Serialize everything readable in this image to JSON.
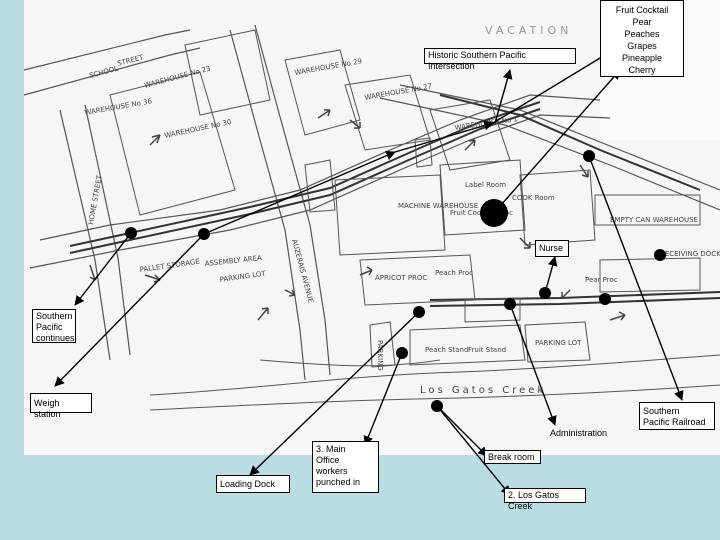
{
  "labels": {
    "fruit_list": "Fruit Cocktail\nPear\nPeaches\nGrapes\nPineapple\nCherry",
    "historic_intersection": "Historic Southern Pacific Intersection",
    "nurse": "Nurse",
    "southern_pacific_continues": "Southern\nPacific\ncontinues",
    "weigh_station": "Weigh station",
    "southern_pacific_railroad": "Southern\nPacific Railroad",
    "administration": "Administration",
    "main_office": "3. Main\nOffice\nworkers\npunched in",
    "break_room": "Break room",
    "loading_dock": "Loading Dock",
    "los_gatos_creek": "2. Los Gatos Creek"
  },
  "map_text": {
    "school_street": "SCHOOL",
    "street": "STREET",
    "warehouse_23": "WAREHOUSE No 23",
    "warehouse_36": "WAREHOUSE No 36",
    "warehouse_30": "WAREHOUSE No 30",
    "warehouse_29": "WAREHOUSE No 29",
    "warehouse_27": "WAREHOUSE No 27",
    "warehouse_1": "WAREHOUSE No 1",
    "label_room": "Label Room",
    "cook_room": "COOK Room",
    "fruit_cocktail_proc": "Fruit Cocktail Proc",
    "machine_shop": "MACHINE WAREHOUSE",
    "assembly_area": "ASSEMBLY AREA",
    "parking_lot": "PARKING LOT",
    "pallet_storage": "PALLET STORAGE",
    "apricot_proc": "APRICOT PROC",
    "peach_proc": "Peach Proc",
    "pear_proc": "Pear Proc",
    "los_gatos_creek_map": "Los Gatos Creek",
    "vacation": "VACATION",
    "home_street": "HOME STREET",
    "auzerais": "AUZERAIS AVENUE",
    "empty_can_warehouse": "EMPTY CAN WAREHOUSE",
    "receiving_dock": "RECEIVING DOCK",
    "parking_lot_2": "PARKING LOT",
    "peach_stand": "Peach Stand",
    "fruit_stand": "Fruit Stand",
    "parking": "PARKING"
  }
}
